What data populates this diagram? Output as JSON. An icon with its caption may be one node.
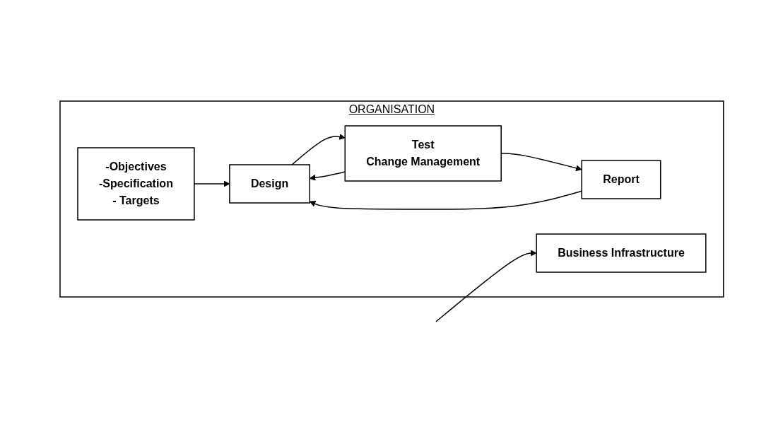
{
  "diagram": {
    "nodes": [
      {
        "text": [
          "ORGANISATION"
        ]
      },
      {
        "text": [
          "-Objectives",
          "-Specification",
          "- Targets"
        ],
        "in": 0
      },
      {
        "text": [
          "Design"
        ],
        "in": 0
      },
      {
        "text": [
          "Test",
          "Change Management"
        ],
        "in": 0
      },
      {
        "text": [
          "Report"
        ],
        "in": 0
      },
      {
        "text": [
          "Business Infrastructure"
        ],
        "in": 0
      }
    ],
    "edges": [
      {
        "from": 1,
        "to": 2,
        "arrow": "to"
      },
      {
        "from": 2,
        "to": 3,
        "arrow": "to"
      },
      {
        "from": 3,
        "to": 4,
        "arrow": "to"
      },
      {
        "from": 3,
        "to": 2,
        "arrow": "to"
      },
      {
        "from": 4,
        "to": 2,
        "arrow": "to"
      },
      {
        "from": null,
        "to": 5,
        "arrow": "to"
      }
    ]
  }
}
